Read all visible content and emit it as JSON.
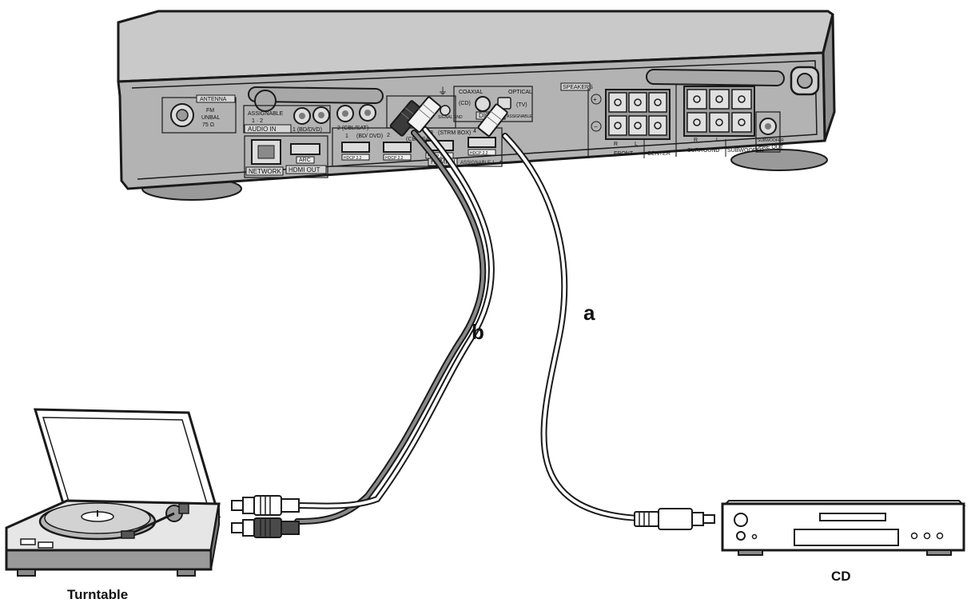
{
  "labels": {
    "turntable": "Turntable",
    "cd": "CD",
    "cable_a": "a",
    "cable_b": "b"
  },
  "panel": {
    "antenna": "ANTENNA",
    "fm": "FM",
    "unbal": "UNBAL",
    "ohm": "75 Ω",
    "assignable": "ASSIGNABLE",
    "assign_num": "1 · 2",
    "audio_in": "AUDIO IN",
    "bd_dvd_audio": "1 (BD/DVD)",
    "cbl_sat_audio": "2 (CBL/SAT)",
    "network": "NETWORK",
    "hdmi_out": "HDMI OUT",
    "arc": "ARC",
    "hdmi_in": "HDMI IN",
    "hdmi_1": "1",
    "bd_dvd": "(BD/ DVD)",
    "hdmi_2": "2",
    "cbl_sat": "(CBL/ SAT)",
    "hdmi_3": "3",
    "strm_box": "(STRM BOX)",
    "hdmi_4": "4",
    "hdcp": "HDCP 2.2",
    "assignable_hdmi": "ASSIGNABLE 1 - 4",
    "signal_gnd": "SIGNAL GND",
    "coaxial": "COAXIAL",
    "cd": "(CD)",
    "digital": "DIGITAL",
    "optical": "OPTICAL",
    "tv": "(TV)",
    "assignable_digital": "ASSIGNABLE",
    "speakers": "SPEAKERS",
    "front": "FRONT",
    "center": "CENTER",
    "surround": "SURROUND",
    "subwoofer": "SUBWOOFER",
    "subwoofer_small": "SUBWOOFER",
    "pre_out": "PRE OUT",
    "r": "R",
    "l": "L",
    "plus": "+",
    "minus": "−"
  }
}
